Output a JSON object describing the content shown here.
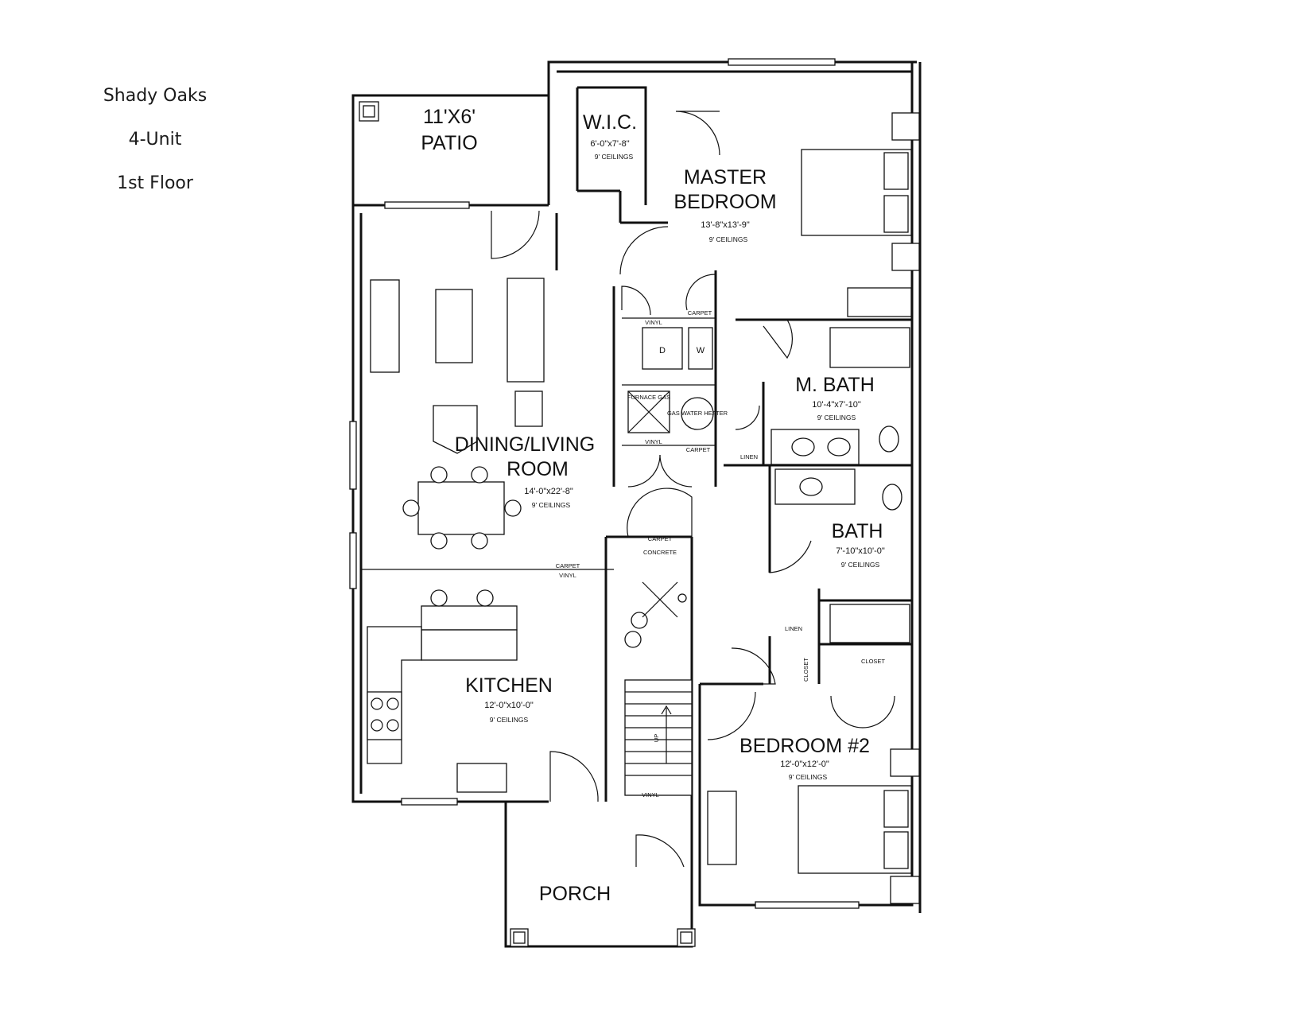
{
  "title_block": {
    "community": "Shady Oaks",
    "building": "4-Unit",
    "floor": "1st Floor"
  },
  "rooms": {
    "patio": {
      "name_line1": "11'X6'",
      "name_line2": "PATIO"
    },
    "wic": {
      "name": "W.I.C.",
      "dims": "6'-0\"x7'-8\"",
      "ceiling": "9' CEILINGS"
    },
    "master": {
      "name_line1": "MASTER",
      "name_line2": "BEDROOM",
      "dims": "13'-8\"x13'-9\"",
      "ceiling": "9' CEILINGS"
    },
    "mbath": {
      "name": "M. BATH",
      "dims": "10'-4\"x7'-10\"",
      "ceiling": "9' CEILINGS"
    },
    "dining": {
      "name_line1": "DINING/LIVING",
      "name_line2": "ROOM",
      "dims": "14'-0\"x22'-8\"",
      "ceiling": "9' CEILINGS"
    },
    "bath": {
      "name": "BATH",
      "dims": "7'-10\"x10'-0\"",
      "ceiling": "9' CEILINGS"
    },
    "kitchen": {
      "name": "KITCHEN",
      "dims": "12'-0\"x10'-0\"",
      "ceiling": "9' CEILINGS"
    },
    "bed2": {
      "name": "BEDROOM #2",
      "dims": "12'-0\"x12'-0\"",
      "ceiling": "9' CEILINGS"
    },
    "porch": {
      "name": "PORCH"
    }
  },
  "labels": {
    "carpet": "CARPET",
    "vinyl": "VINYL",
    "concrete": "CONCRETE",
    "linen": "LINEN",
    "closet": "CLOSET",
    "up": "UP",
    "dryer": "D",
    "washer": "W",
    "furnace": "FURNACE GAS",
    "water_heater": "GAS WATER HEATER"
  },
  "colors": {
    "line": "#111111",
    "background": "#ffffff"
  }
}
